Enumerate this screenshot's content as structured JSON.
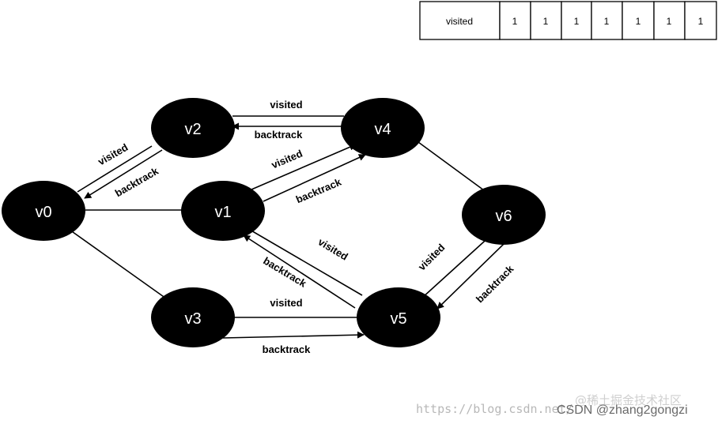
{
  "visited_table": {
    "header": "visited",
    "values": [
      "1",
      "1",
      "1",
      "1",
      "1",
      "1",
      "1"
    ]
  },
  "nodes": {
    "v0": "v0",
    "v1": "v1",
    "v2": "v2",
    "v3": "v3",
    "v4": "v4",
    "v5": "v5",
    "v6": "v6"
  },
  "edge_labels": {
    "visited": "visited",
    "backtrack": "backtrack"
  },
  "watermark": {
    "url": "https://blog.csdn.net/",
    "community": "@稀土掘金技术社区",
    "csdn": "CSDN @zhang2gongzi"
  }
}
